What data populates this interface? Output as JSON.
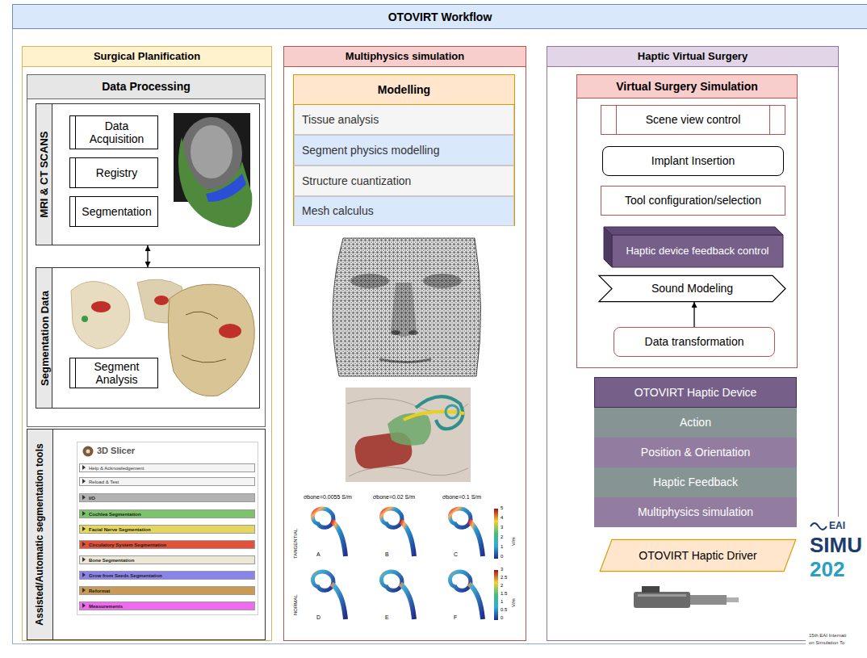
{
  "diagram": {
    "title": "OTOVIRT Workflow",
    "nodes": [
      {
        "text": [
          "Surgical Planification"
        ]
      },
      {
        "text": [
          "Data Processing"
        ],
        "in": 0
      },
      {
        "text": [
          "MRI & CT SCANS"
        ],
        "in": 1
      },
      {
        "text": [
          "Data Acquisition"
        ],
        "in": 2
      },
      {
        "text": [
          "Registry"
        ],
        "in": 2
      },
      {
        "text": [
          "Segmentation"
        ],
        "in": 2
      },
      {
        "text": [
          "Segmentation Data"
        ],
        "in": 1
      },
      {
        "text": [
          "Segment Analysis"
        ],
        "in": 6
      },
      {
        "text": [
          "Assisted/Automatic segmentation tools"
        ],
        "in": 0
      },
      {
        "text": [
          "3D Slicer"
        ],
        "in": 8
      },
      {
        "text": [
          "Help & Acknowledgement"
        ],
        "in": 9
      },
      {
        "text": [
          "Reload & Test"
        ],
        "in": 9
      },
      {
        "text": [
          "I/O"
        ],
        "in": 9
      },
      {
        "text": [
          "Cochlea Segmentation"
        ],
        "in": 9
      },
      {
        "text": [
          "Facial Nerve Segmentation"
        ],
        "in": 9
      },
      {
        "text": [
          "Circulatory System Segmentation"
        ],
        "in": 9
      },
      {
        "text": [
          "Bone Segmentation"
        ],
        "in": 9
      },
      {
        "text": [
          "Grow from Seeds Segmentation"
        ],
        "in": 9
      },
      {
        "text": [
          "Reformat"
        ],
        "in": 9
      },
      {
        "text": [
          "Measurements"
        ],
        "in": 9
      },
      {
        "text": [
          "Multiphysics simulation"
        ]
      },
      {
        "text": [
          "Modelling"
        ],
        "in": 20
      },
      {
        "text": [
          "Tissue analysis"
        ],
        "in": 21
      },
      {
        "text": [
          "Segment physics modelling"
        ],
        "in": 21
      },
      {
        "text": [
          "Structure cuantization"
        ],
        "in": 21
      },
      {
        "text": [
          "Mesh calculus"
        ],
        "in": 21
      },
      {
        "text": [
          "Haptic Virtual Surgery"
        ]
      },
      {
        "text": [
          "Virtual Surgery Simulation"
        ],
        "in": 26
      },
      {
        "text": [
          "Scene view control"
        ],
        "in": 27
      },
      {
        "text": [
          "Implant Insertion"
        ],
        "in": 27
      },
      {
        "text": [
          "Tool configuration/selection"
        ],
        "in": 27
      },
      {
        "text": [
          "Haptic device feedback control"
        ],
        "in": 27
      },
      {
        "text": [
          "Sound Modeling"
        ],
        "in": 27
      },
      {
        "text": [
          "Data transformation"
        ],
        "in": 27
      },
      {
        "text": [
          "OTOVIRT Haptic Device"
        ],
        "in": 26
      },
      {
        "text": [
          "Action"
        ],
        "in": 26
      },
      {
        "text": [
          "Position & Orientation"
        ],
        "in": 26
      },
      {
        "text": [
          "Haptic Feedback"
        ],
        "in": 26
      },
      {
        "text": [
          "Multiphysics simulation"
        ],
        "in": 26
      },
      {
        "text": [
          "OTOVIRT Haptic Driver"
        ],
        "in": 26
      }
    ],
    "edges": [
      {
        "from": 2,
        "to": 6,
        "arrow": "both"
      },
      {
        "from": 33,
        "to": 32,
        "arrow": "to"
      }
    ],
    "labels": [
      "σbone=0.0055 S/m",
      "σbone=0.02 S/m",
      "σbone=0.1 S/m",
      "TANGENTIAL",
      "NORMAL",
      "A",
      "B",
      "C",
      "D",
      "E",
      "F",
      "5",
      "4",
      "3",
      "2",
      "1",
      "0",
      "V/m",
      "3",
      "2.5",
      "2",
      "1.5",
      "1",
      "0.5",
      "0",
      "V/m",
      "EAI",
      "SIMU",
      "202",
      "15th EAI Internati",
      "on Simulation To"
    ]
  }
}
